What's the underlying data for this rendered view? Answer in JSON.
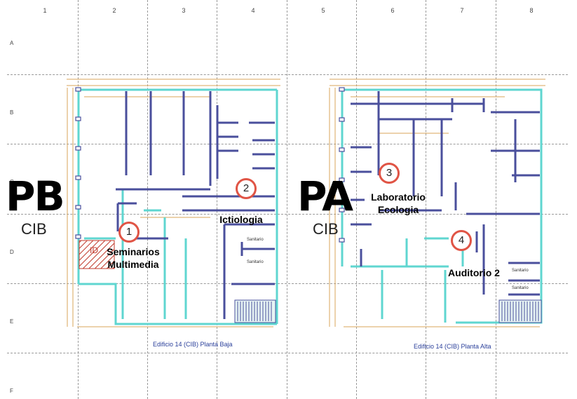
{
  "grid": {
    "columns": [
      "1",
      "2",
      "3",
      "4",
      "5",
      "6",
      "7",
      "8"
    ],
    "rows": [
      "A",
      "B",
      "C",
      "D",
      "E",
      "F"
    ]
  },
  "plans": {
    "ground": {
      "code": "PB",
      "building": "CIB",
      "caption": "Edificio 14 (CIB) Planta Baja",
      "zone_label": "ID",
      "restrooms": [
        "Sanitario",
        "Sanitario"
      ]
    },
    "upper": {
      "code": "PA",
      "building": "CIB",
      "caption": "Edificio 14 (CIB) Planta Alta",
      "restrooms": [
        "Sanitario",
        "Sanitario"
      ]
    }
  },
  "locations": [
    {
      "number": "1",
      "name_line1": "Seminarios",
      "name_line2": "Multimedia"
    },
    {
      "number": "2",
      "name_line1": "Ictiologia",
      "name_line2": ""
    },
    {
      "number": "3",
      "name_line1": "Laboratorio",
      "name_line2": "Ecologia"
    },
    {
      "number": "4",
      "name_line1": "Auditorio 2",
      "name_line2": ""
    }
  ],
  "colors": {
    "marker": "#e05445",
    "wall_blue": "#4a4f9c",
    "wall_cyan": "#5fd6d0",
    "dimension": "#d9a45a",
    "caption": "#2a3f9a"
  }
}
